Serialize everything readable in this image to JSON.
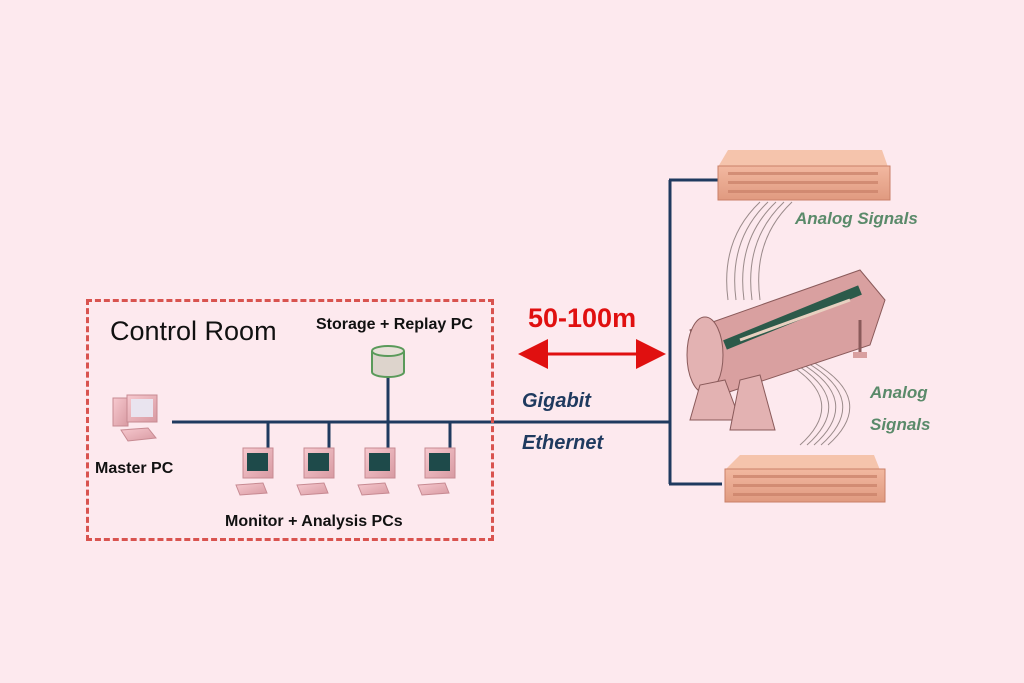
{
  "control_room": {
    "title": "Control Room",
    "storage_label": "Storage + Replay PC",
    "master_label": "Master PC",
    "monitors_label": "Monitor + Analysis PCs"
  },
  "link": {
    "distance": "50-100m",
    "network_line1": "Gigabit",
    "network_line2": "Ethernet"
  },
  "field": {
    "top_signals": "Analog Signals",
    "bottom_signals_line1": "Analog",
    "bottom_signals_line2": "Signals"
  },
  "colors": {
    "background": "#fde9ee",
    "bus": "#1f3a5f",
    "accent_red": "#e01010",
    "signal_green": "#5a8a6a",
    "box_border": "#d9534f"
  }
}
